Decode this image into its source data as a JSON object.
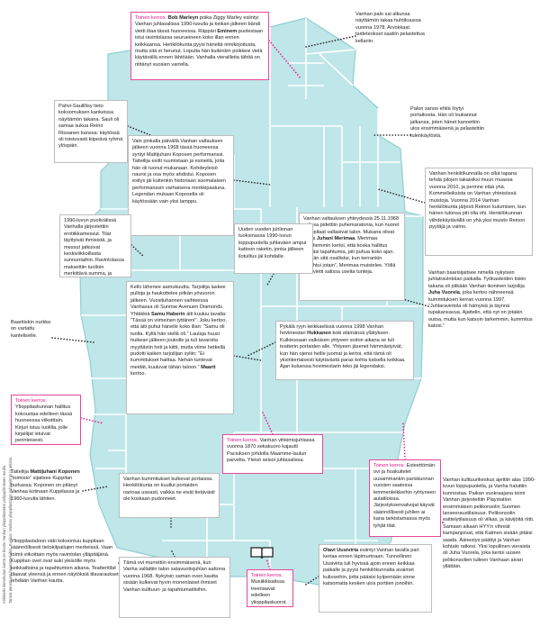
{
  "colors": {
    "floor": "#bfe6e8",
    "floor_edge": "#8fcfd3",
    "wall": "#ffffff",
    "accent": "#e8168c",
    "leader": "#222222"
  },
  "credit": {
    "line1": "Artikkelin kiertokulun kartta on koottu Vanhan ylioppilastalon pohjapiirroksen avulla.",
    "line2": "Tarinat perustuvat haastatteluihin. Kuvitus: Vanhan ylioppilastalon pohjapiirros ja arkisto."
  },
  "icons": {
    "bookmark": "bookmark-icon",
    "book": "open-book-icon"
  },
  "annotations": {
    "a1": "<span class=\"hl\">Toinen kerros.</span> <b>Bob Marleyn</b> poika Ziggy Marley esiintyi Vanhan juhlasalissa 1990-luvulla ja keikan jälkeen bändi vietti iltaa tässä huoneessa. Räppäri <b>Eminem</b> puolestaan istui ravintolassa seurueineen koko illan ennen keikkaansa. Henkilökunta pyysi häneltä nimikirjoitusta, mutta sitä ei herunut. Lopulta hän kuitenkin poikkesi vielä käytävällä ennen lähtöään. Vanhalla vierailleita tähtiä on riittänyt vuosien varrella.",
    "a2": "Vanhan palo sai alkunsa näyttämön takaa huhtikuussa vuonna 1978. Arvokkaat taideteokset saatiin pelastettua kellariin.",
    "a3": "Pahvi-Saulillisy tieto kokoomuksen kankeissa näyttämön takana. Sauli oli samaa sukua Reino Rissanen kanssa: käytössä oli toistuvasti kiipeävä ryhmä ylöspäin.",
    "a4": "Palon sanoo ehtiä löytyi portaikosta. Hän oli loukannut jalkansa, joten hänet kannettiin ulos ensimmäisenä ja pelastettiin tulenkäytöstä.",
    "a5": "Vain pinkalla päivällä Vanhan valtauksen jälkeen vuonna 1968 tässä huoneessa syntyi Mattijuhani Koposen performanssi. Taiteilija esitti ruumistaan ja esineitä, joita hän oli tuonut mukanaan. Kohdeyleisö nauroi ja osa myös ahdistui. Koposen esitys jäi kuitenkin historiaan suomalaisen performanssin varhaisena merkkipaaluna. Legendan mukaan Koposella oli käytössään vain yksi lamppu.",
    "a6": "Vanhan henkilökunnalla on ollut tapana tehdä pilojen takaisiksi muun muassa vuonna 2010, ja perinne elää yhä. Kommelleiksista on Vanhan yhteisössä muistoja. Vuonna 2014 Vanhan henkilökunta järjesti Reinon kulumisen, kun hänen tulonsa piti olla ohi. Henkilökunnan viihdekäytävällä on yhä yksi muisto Reinon pyytäjä ja vaimo.",
    "a7": "1990-luvun puolivälissä Vanhalla järjestettiin erotiikkamessut. Tilat täyttyivät ihmisistä, ja messut jatkuivat keskiviikkoillasta sunnuntaihin. Ravintolassa maksettiin tuolloin merkittävä summa, ja kuulijat odottivat kuumaa tanssiesitystä loppuun.",
    "a8": "Vanhan valtauksen yhteydessä 25.11.1968 salissa pidettiin puhemaratonia, kun nuoret ylioppilaat valtasivat talon. Mukana olivat myös <b>Juhani Merimaa</b>. Merimaa myöhemmin kertoi, että koska hallitus pelkäsi tapahtumia, piti puhua koko ajan. “Pitkän sitä osallistui, kun kerrankin tapahtui jotain”, Merimaa muistelee. Yöllä hän vietti salissa useita tunteja.",
    "a9": "Uuden vuoden juhlinnan tuoksinassa 1990-luvun loppupuolella juhlaväen ampui kattoon raketin, jonka jälkeen ilotulitus jäi kohdalle.",
    "a10": "Kello lähenee aamukuutta. Tarjoilija laskee pulloja ja haukottelee pitkän yövuoron jälkeen. Vuosituhannen vaihteessa Vanhassa oli Sunrise Avenuen Diamonds. Yhtäkkiä <b>Samu Haberin</b> äiti kuuluu lavalta: “Tässä on viimeinen tyttäreni”. Joku kertoo, että äiti puhui hänelle koko illan: “Samu oli tuolla. Kyllä hän siellä oli.” Laulaja huusi huikean jälkeen joukolle ja tuli tavaroita myyttäviin heti ja kiitti, mutta viime hetkellä pudotti kaiken tarjoilijan syliin: “Ei kummitukset haittaa. Nehän tuntevat meidät, kuuluvat tähän taloon.” <b>Maarit</b> kertoo.",
    "a11": "Baaritiskin nurkka on vartattu kanteliselle.",
    "a12": "Vanhan baarisijaitsee nimellä nykyisen juhlatravintolan paikalla. Työkasteiden tiskin takana oli pitkään Vanhan ikoninen tarjoilija <b>Juha Vuorela</b>, joka kertoo nähneensä kummituksen kerran vuonna 1997. “Juhlaravintola oli hämyisä ja täynnä tupakansavua. Ajattelin, että nyt on jotakin outoa, mutta kun katsoin tarkemmin, kummitus katosi.”",
    "a13": "Pykälä ryyn keikkaelissä vuonna 1998 Vanhan hovimestari <b>Hukkanen</b> koki elämänsä yllätyksen. Kulkiessaan valkoisen yhtyeen soiton aikana se tuli teatterin portaiden alle. Yhtyeen jäsenet hämmästyivät, kun hän ojensi heille juomat ja kertoi, että tämä oli yksinkertaisesti käytävästä paras kohta katsella keikkaa. Ajan kuluessa hovimestarin teko jäi legendaksi.",
    "a14": "<span class=\"hl\">Toinen kerros.</span> Ylioppilaskunnan hallitus kokoustaa edelleen tässä huoneessa viikoittain. Kirjuri istuu tuolilla, jolle kirjailijat istuivat perinteisesti.",
    "a15": "<span class=\"hl\">Toinen kerros.</span> Vanhan vihkimisjuhlassa vuonna 1870 sekakuoro kajautti Paciuksen johdolla Maamme-laulun parvelta. Yleisö seisoi juhlasalissa.",
    "a16": "<span class=\"hl\">Toinen kerros.</span> Esteettömän ovi ja hoakuitelet uusammankin pariskunnan vuosien saatossa lemmenleikkeihin ryhtyneen aulatiloissa. Järjestyksenvalvojat käyvät säännöllisesti juhlien ai kana tarkistamassa myös tyhjät tilat.",
    "a17": "Taiteilija <b>Mattijuhani Koponen</b> “toimisto” sijaitsee Kuppilan nurkassa. Koponen on pitänyt Vanhaa kotinaan Kuppilassa ja 1960-luvulta lähtien.",
    "a18": "Vanhan kummitukset kulkevat portaissa. Henkilökunta on kuullut portaiden narinaa useasti, vaikka ne eivät tietävästi ole koskaan pudonneet.",
    "a19": "Vanhan kulttuurikeskus ajettiin alas 1990-luvun loppupuolella, ja Vanha haluttiin kunnostaa. Paikan vuokraajana toimi Vanhan järjestettiin Playstation ensimmäisen pelikonsolin Suomen lanseeraustilaisuus. Pelikonsolin esittelytilaisuus oli vilkas, ja kävijöitä riitti. Samaan aikaan HYY:n vihreät kampanjoivat, että Kalmen sisään pitäisi saada. Äänestys päättyi ja Vanhan kohtalo ratkesi. Yksi lopullinen vieraista oli Juha Vuorela, joka kertoi uusien pelikonsolien tulleen Vanhaan aivan yllättäin.",
    "a20": "Ylioppilastaloon väki kokoontuu kuppilaan säännöllisesti tietokilpailujen merkeissä. Vaan toimii viikoittain myös ravintolan ylläpitäjänä. Kuppilan ovet ovat auki yleisölle myös keikkailtoina ja tapahtumien aikana. Teatteritilat tilaavat yleensä ja ennen näytöksiä tilavaraukset tehdään Vanhan kautta.",
    "a21": "<span class=\"hl\">Toinen kerros.</span> Musiikkisalissa treenaavat edelleen ylioppilaskuorot.",
    "a22": "Tämä ovi murrettiin ensimmäisenä, kun Vanha vallattiin talon satavuotisjuhlan aattona vuonna 1968. Nykyisin saman oven kautta sisään kulkevat hyvin monenlaiset ihmiset Vanhan kulttuuri- ja tapahtumatiloihin.",
    "a23": "<b>Olavi Uusivirta</b> esiintyi Vanhan lavalla pari kertaa ennen läpimurtoaan. Tunnollinen Uusivirta tuli hyvissä ajoin ennen keikkaa paikalle ja pyysi henkilökunnalta avaimet kulisseihin, jotta pääsisi kylpemään sinne katsomatta kesken ulos porttien jonoihin."
  }
}
